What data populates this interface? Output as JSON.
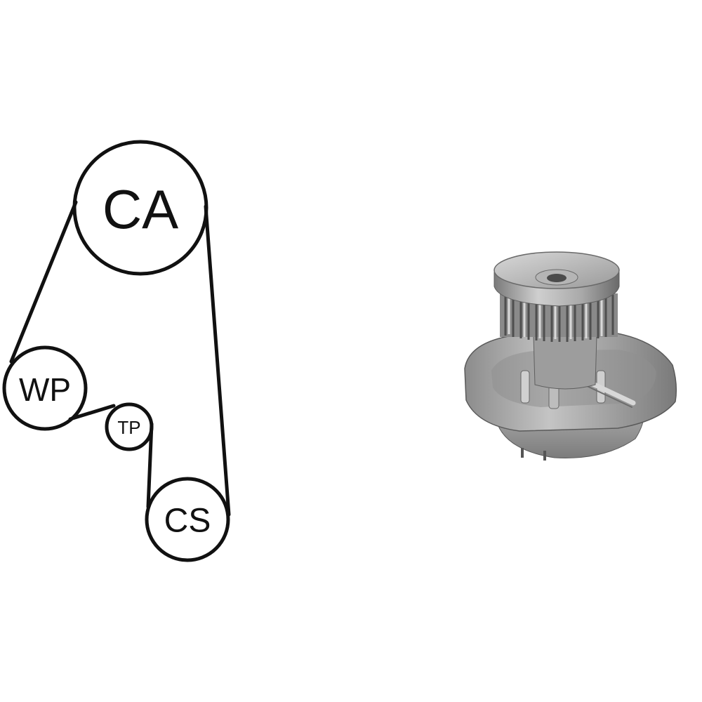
{
  "belt_diagram": {
    "pulleys": [
      {
        "id": "ca",
        "label": "CA"
      },
      {
        "id": "wp",
        "label": "WP"
      },
      {
        "id": "tp",
        "label": "TP"
      },
      {
        "id": "cs",
        "label": "CS"
      }
    ]
  },
  "product_image": {
    "icon": "water-pump-icon",
    "colors": {
      "metal_light": "#c9c9c9",
      "metal_mid": "#9e9e9e",
      "metal_dark": "#6f6f6f",
      "metal_shadow": "#4a4a4a"
    }
  },
  "colors": {
    "background": "#ffffff",
    "stroke": "#111111"
  }
}
